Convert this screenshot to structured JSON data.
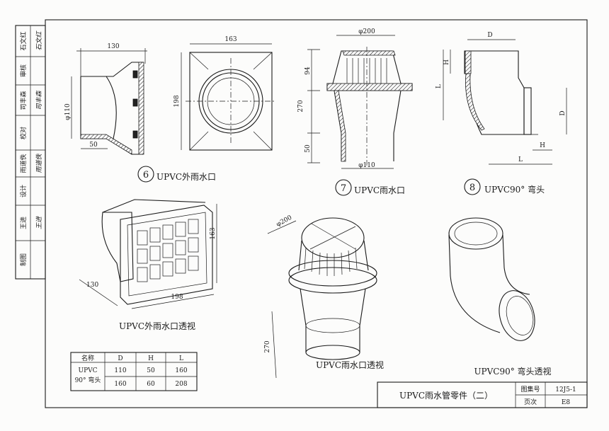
{
  "sidebar": {
    "cells": [
      {
        "role": "石文红",
        "sig": "石文红"
      },
      {
        "role": "审核",
        "sig": ""
      },
      {
        "role": "司丰森",
        "sig": "司丰森"
      },
      {
        "role": "校对",
        "sig": ""
      },
      {
        "role": "雨道佚",
        "sig": "雨道佚"
      },
      {
        "role": "设计",
        "sig": ""
      },
      {
        "role": "王进",
        "sig": "王进"
      },
      {
        "role": "制图",
        "sig": ""
      }
    ]
  },
  "parts": [
    {
      "num": "6",
      "caption": "UPVC外雨水口"
    },
    {
      "num": "7",
      "caption": "UPVC雨水口"
    },
    {
      "num": "8",
      "caption": "UPVC90° 弯头"
    }
  ],
  "iso_captions": {
    "outer_outlet": "UPVC外雨水口透视",
    "outlet": "UPVC雨水口透视",
    "elbow": "UPVC90° 弯头透视"
  },
  "dims": {
    "p6": {
      "top": "130",
      "left": "φ110",
      "bottom": "50"
    },
    "p6b": {
      "top": "163",
      "side": "198"
    },
    "p7": {
      "top": "φ200",
      "h1": "94",
      "h2": "270",
      "h3": "50",
      "bottom": "φ110"
    },
    "p8": {
      "d_top": "D",
      "h": "H",
      "l": "L",
      "d_right": "D",
      "h_bot": "H",
      "l_bot": "L"
    },
    "iso6": {
      "h": "163",
      "w": "198",
      "d": "130"
    },
    "iso7": {
      "dia": "φ200",
      "h": "270"
    }
  },
  "table": {
    "headers": [
      "名称",
      "D",
      "H",
      "L"
    ],
    "name_line1": "UPVC",
    "name_line2": "90° 弯头",
    "rows": [
      [
        "110",
        "50",
        "160"
      ],
      [
        "160",
        "60",
        "208"
      ]
    ]
  },
  "title_block": {
    "title": "UPVC雨水管零件（二）",
    "atlas_label": "图集号",
    "atlas_value": "12J5-1",
    "page_label": "页次",
    "page_value": "E8"
  }
}
